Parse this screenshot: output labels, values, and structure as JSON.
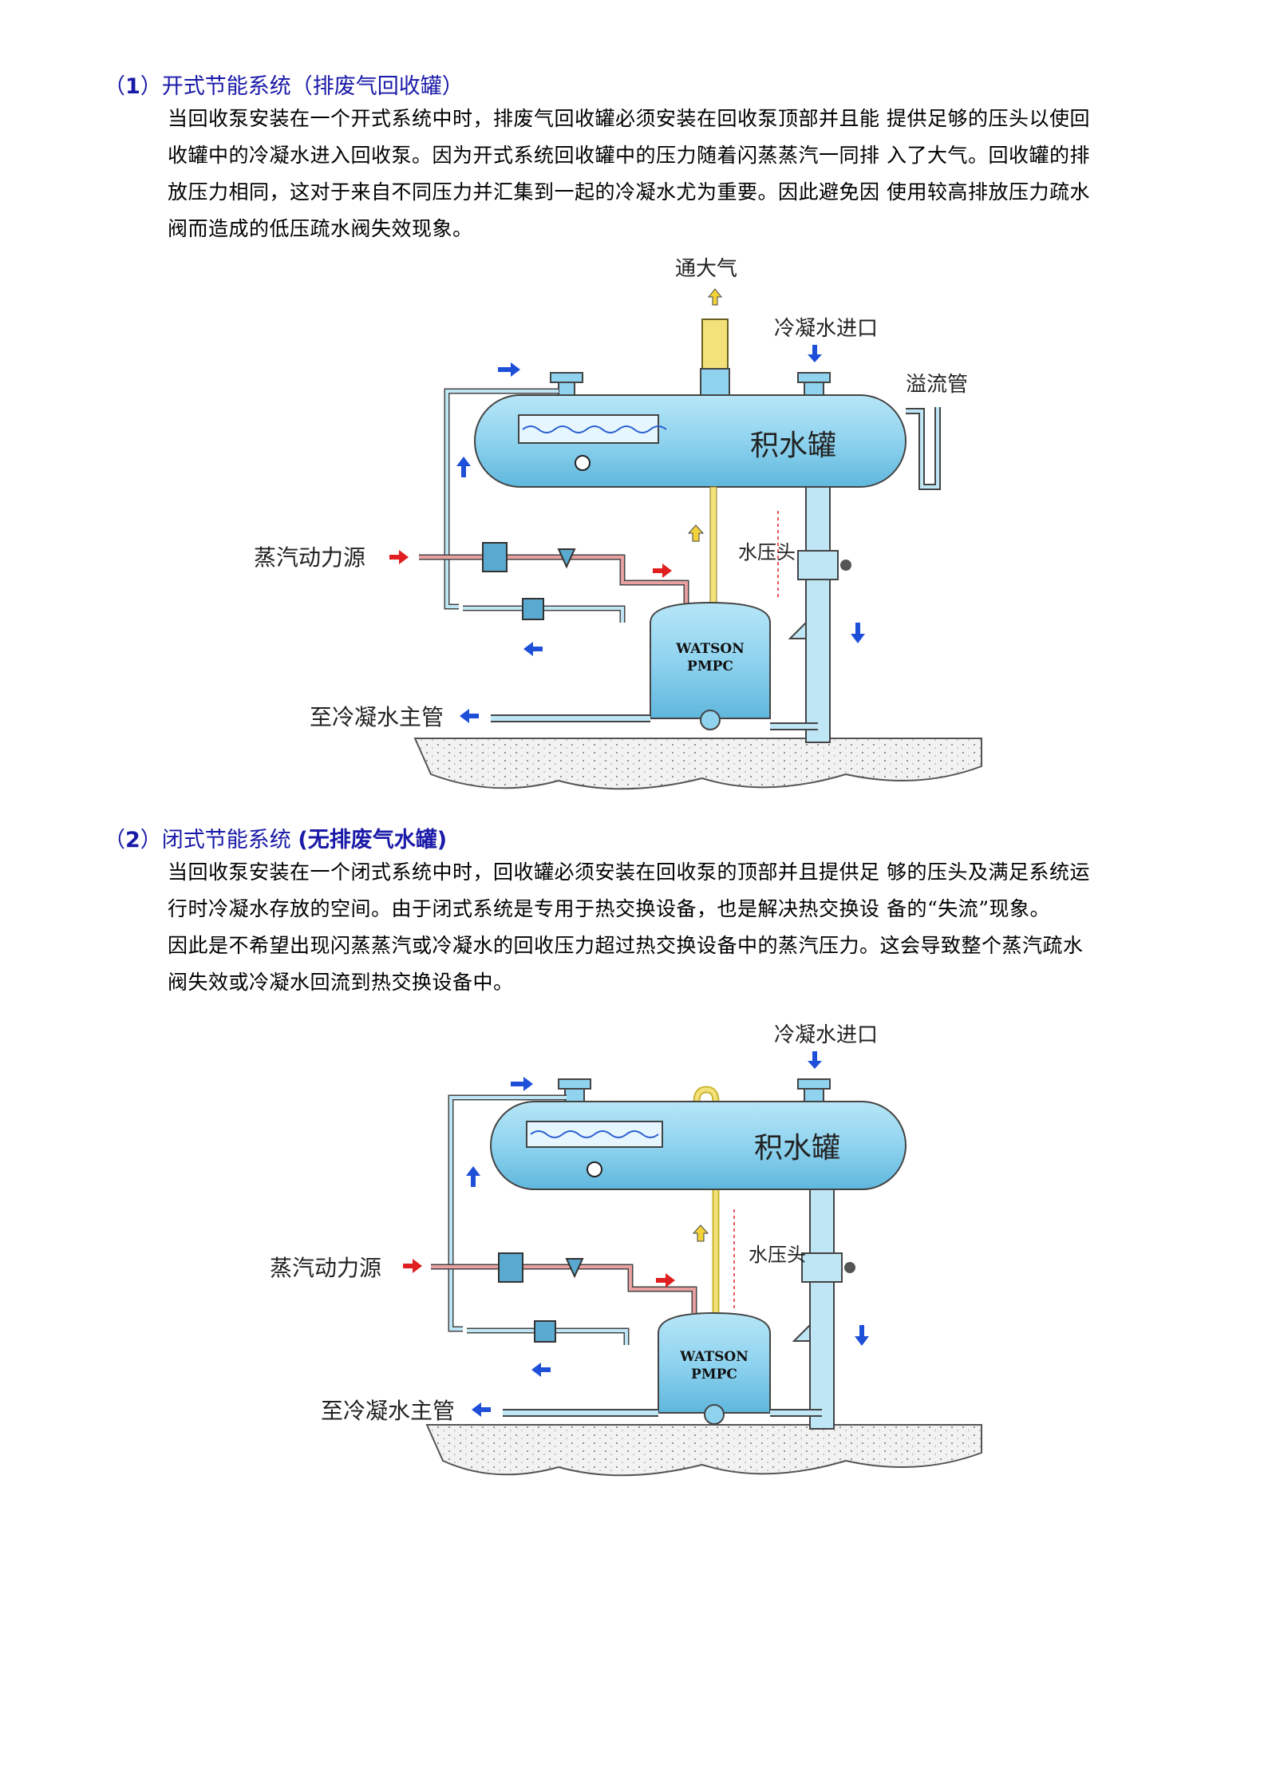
{
  "section1": {
    "num": "1",
    "title": "开式节能系统（排废气回收罐）",
    "lines": [
      "当回收泵安装在一个开式系统中时，排废气回收罐必须安装在回收泵顶部并且能  提供足够的压头以使回",
      "收罐中的冷凝水进入回收泵。因为开式系统回收罐中的压力随着闪蒸蒸汽一同排  入了大气。回收罐的排",
      "放压力相同，这对于来自不同压力并汇集到一起的冷凝水尤为重要。因此避免因  使用较高排放压力疏水",
      "阀而造成的低压疏水阀失效现象。"
    ],
    "diagram": {
      "vent_label": "通大气",
      "inlet_label": "冷凝水进口",
      "overflow_label": "溢流管",
      "tank_label": "积水罐",
      "steam_label": "蒸汽动力源",
      "head_label": "水压头",
      "pump_line1": "WATSON",
      "pump_line2": "PMPC",
      "outlet_label": "至冷凝水主管"
    }
  },
  "section2": {
    "num": "2",
    "title_main": "闭式节能系统 ",
    "title_paren": "(无排废气水罐)",
    "lines": [
      "当回收泵安装在一个闭式系统中时，回收罐必须安装在回收泵的顶部并且提供足  够的压头及满足系统运",
      "行时冷凝水存放的空间。由于闭式系统是专用于热交换设备，也是解决热交换设  备的“失流”现象。",
      "因此是不希望出现闪蒸蒸汽或冷凝水的回收压力超过热交换设备中的蒸汽压力。这会导致整个蒸汽疏水",
      "阀失效或冷凝水回流到热交换设备中。"
    ],
    "diagram": {
      "inlet_label": "冷凝水进口",
      "tank_label": "积水罐",
      "steam_label": "蒸汽动力源",
      "head_label": "水压头",
      "pump_line1": "WATSON",
      "pump_line2": "PMPC",
      "outlet_label": "至冷凝水主管"
    }
  },
  "colors": {
    "heading": "#1a1aa8",
    "tank_fill": "#8fd3ef",
    "pipe": "#bfe6f5",
    "steam_pipe": "#e05050",
    "arrow_blue": "#1e4fd8",
    "arrow_red": "#e02020",
    "vent": "#f3e27a"
  }
}
